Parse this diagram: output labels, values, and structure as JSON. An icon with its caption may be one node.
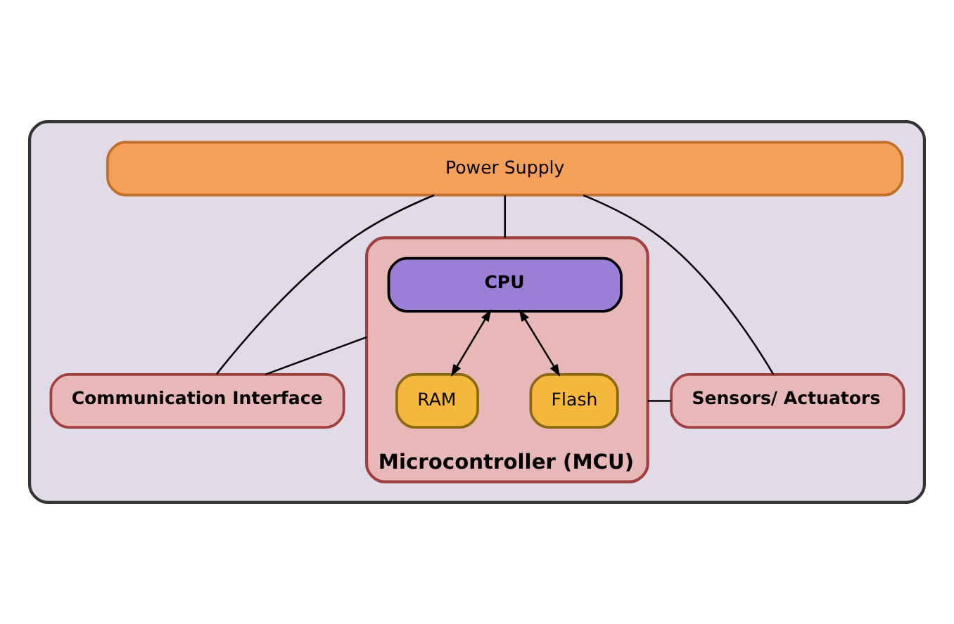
{
  "diagram": {
    "nodes": [
      {
        "text": [],
        "shape": "box"
      },
      {
        "text": [
          "Power Supply"
        ],
        "in": 0
      },
      {
        "text": [
          "Communication Interface"
        ],
        "in": 0
      },
      {
        "text": [
          "Microcontroller (MCU)"
        ],
        "in": 0
      },
      {
        "text": [
          "CPU"
        ],
        "in": 3
      },
      {
        "text": [
          "RAM"
        ],
        "in": 3
      },
      {
        "text": [
          "Flash"
        ],
        "in": 3
      },
      {
        "text": [
          "Sensors/ Actuators"
        ],
        "in": 0
      }
    ],
    "edges": [
      {
        "from": 1,
        "to": 2,
        "arrow": "none"
      },
      {
        "from": 1,
        "to": 3,
        "arrow": "none"
      },
      {
        "from": 1,
        "to": 7,
        "arrow": "none"
      },
      {
        "from": 2,
        "to": 3,
        "arrow": "none"
      },
      {
        "from": 3,
        "to": 7,
        "arrow": "none"
      },
      {
        "from": 4,
        "to": 5,
        "arrow": "both"
      },
      {
        "from": 4,
        "to": 6,
        "arrow": "both"
      }
    ]
  }
}
